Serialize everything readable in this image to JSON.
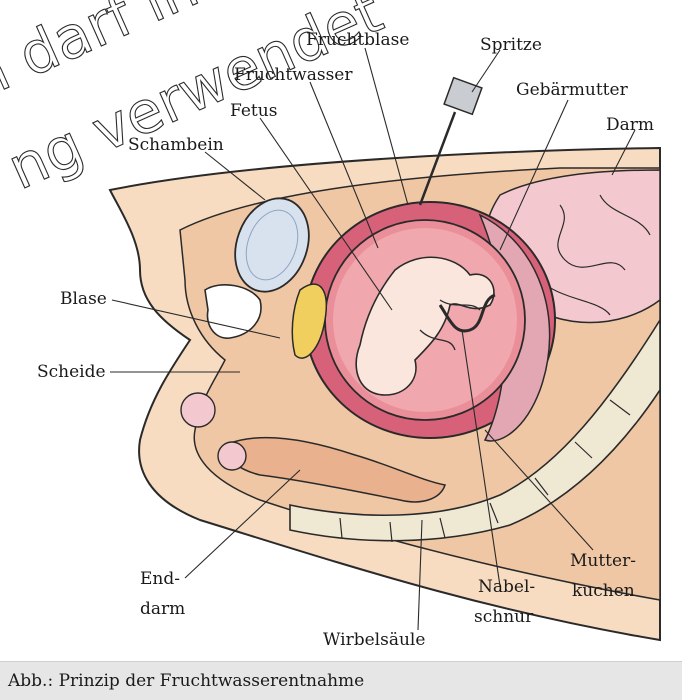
{
  "watermark": {
    "line1": "n darf in",
    "line2": "ng verwendet"
  },
  "labels": {
    "fruchtblase": "Fruchtblase",
    "spritze": "Spritze",
    "fruchtwasser": "Fruchtwasser",
    "gebaermutter": "Gebärmutter",
    "fetus": "Fetus",
    "darm": "Darm",
    "schambein": "Schambein",
    "blase": "Blase",
    "scheide": "Scheide",
    "enddarm_1": "End-",
    "enddarm_2": "darm",
    "mutterkuchen_1": "Mutter-",
    "mutterkuchen_2": "kuchen",
    "nabelschnur_1": "Nabel-",
    "nabelschnur_2": "schnur",
    "wirbelsaeule": "Wirbelsäule"
  },
  "caption": "Abb.: Prinzip der Fruchtwasserentnahme",
  "colors": {
    "skin": "#f6dcc0",
    "uterus_wall": "#d9607a",
    "amniotic": "#e88d97",
    "fetus": "#fbe6de",
    "bowel": "#f2c8cc",
    "bladder": "#b9c8e0",
    "bone": "#efe9d4"
  }
}
